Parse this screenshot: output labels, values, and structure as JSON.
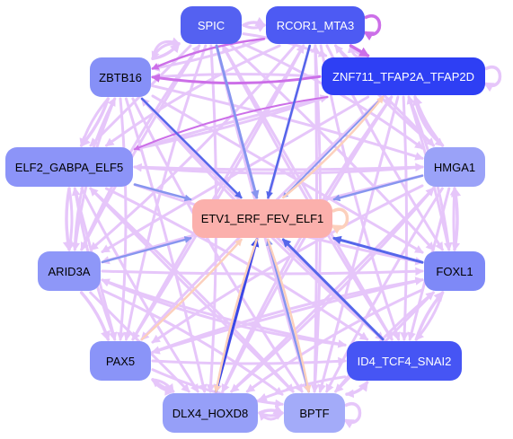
{
  "colors": {
    "edge_light": "#e6c6fa",
    "edge_purple": "#cc6fe8",
    "edge_blue": "#3a48e6",
    "edge_blue_light": "#8795ef",
    "edge_peach": "#fcd0bc",
    "edge_blue_mid": "#5566ea"
  },
  "nodes": [
    {
      "id": "SPIC",
      "label": "SPIC",
      "fill": "#5461f1",
      "text": "#ffffff"
    },
    {
      "id": "RCOR1",
      "label": "RCOR1_MTA3",
      "fill": "#4d5af3",
      "text": "#ffffff"
    },
    {
      "id": "ZNF711",
      "label": "ZNF711_TFAP2A_TFAP2D",
      "fill": "#2e3ff4",
      "text": "#ffffff"
    },
    {
      "id": "ZBTB16",
      "label": "ZBTB16",
      "fill": "#8690f7",
      "text": "#000000"
    },
    {
      "id": "ELF2",
      "label": "ELF2_GABPA_ELF5",
      "fill": "#8c94f8",
      "text": "#000000"
    },
    {
      "id": "HMGA1",
      "label": "HMGA1",
      "fill": "#9aa2f8",
      "text": "#000000"
    },
    {
      "id": "ETV1",
      "label": "ETV1_ERF_FEV_ELF1",
      "fill": "#fbb0ac",
      "text": "#000000"
    },
    {
      "id": "ARID3A",
      "label": "ARID3A",
      "fill": "#8e97f8",
      "text": "#000000"
    },
    {
      "id": "FOXL1",
      "label": "FOXL1",
      "fill": "#7e89f7",
      "text": "#000000"
    },
    {
      "id": "PAX5",
      "label": "PAX5",
      "fill": "#8a94f8",
      "text": "#000000"
    },
    {
      "id": "ID4",
      "label": "ID4_TCF4_SNAI2",
      "fill": "#4655f4",
      "text": "#ffffff"
    },
    {
      "id": "DLX4",
      "label": "DLX4_HOXD8",
      "fill": "#969ff8",
      "text": "#000000"
    },
    {
      "id": "BPTF",
      "label": "BPTF",
      "fill": "#a3abf9",
      "text": "#000000"
    }
  ]
}
